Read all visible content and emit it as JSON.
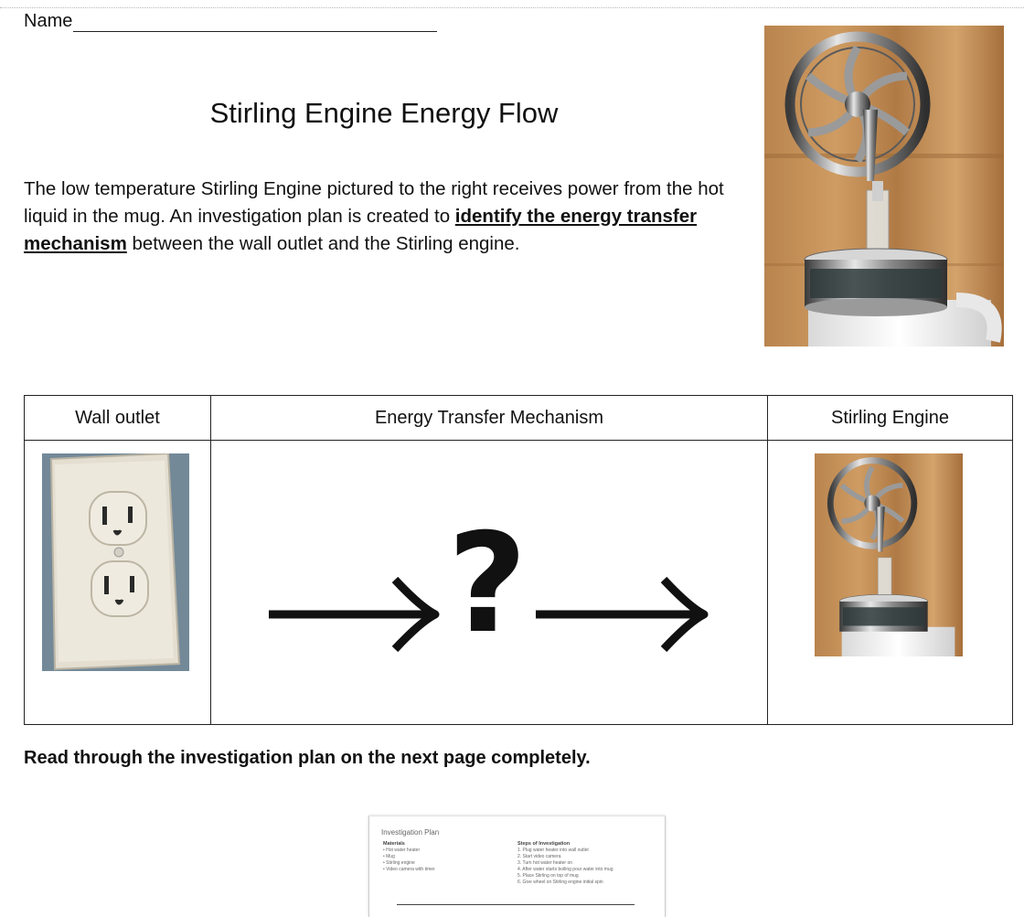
{
  "header": {
    "name_label": "Name"
  },
  "title": "Stirling Engine Energy Flow",
  "intro": {
    "part1": "The low temperature Stirling Engine pictured to the right receives power from the hot liquid in the mug.    An investigation plan is created to ",
    "bold": "identify the energy transfer mechanism",
    "part2": " between the wall outlet and the Stirling engine."
  },
  "table": {
    "headers": [
      "Wall outlet",
      "Energy Transfer Mechanism",
      "Stirling Engine"
    ],
    "mechanism_symbol": "?"
  },
  "instruction": "Read through the investigation plan on the next page completely.",
  "thumbnail": {
    "title": "Investigation Plan",
    "materials_header": "Materials",
    "materials": [
      "•  Hot water heater",
      "•  Mug",
      "•  Stirling engine",
      "•  Video camera with timer"
    ],
    "steps_header": "Steps of Investigation",
    "steps": [
      "1.  Plug water heater into wall outlet",
      "2.  Start video camera",
      "3.  Turn hot water heater on",
      "4.  After water starts boiling pour water into mug",
      "5.  Place Stirling on top of mug",
      "6.  Give wheel on Stirling engine initial spin"
    ]
  }
}
